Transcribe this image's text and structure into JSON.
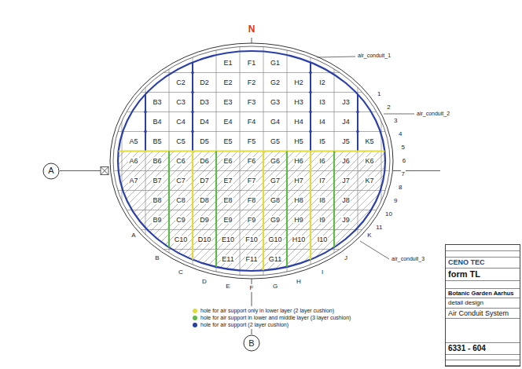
{
  "diagram": {
    "nodes": [
      {
        "text": [
          "A"
        ]
      },
      {
        "text": [
          "B"
        ]
      },
      {
        "text": [
          "CENO TEC",
          "form TL",
          "Botanic Garden Aarhus",
          "detail design",
          "Air Conduit System",
          "6331 - 604"
        ]
      }
    ],
    "labels": [
      "E1",
      "F1",
      "G1",
      "C2",
      "D2",
      "E2",
      "F2",
      "G2",
      "H2",
      "I2",
      "B3",
      "C3",
      "D3",
      "E3",
      "F3",
      "G3",
      "H3",
      "I3",
      "J3",
      "B4",
      "C4",
      "D4",
      "E4",
      "F4",
      "G4",
      "H4",
      "I4",
      "J4",
      "A5",
      "B5",
      "C5",
      "D5",
      "E5",
      "F5",
      "G5",
      "H5",
      "I5",
      "J5",
      "K5",
      "A6",
      "B6",
      "C6",
      "D6",
      "E6",
      "F6",
      "G6",
      "H6",
      "I6",
      "J6",
      "K6",
      "A7",
      "B7",
      "C7",
      "D7",
      "E7",
      "F7",
      "G7",
      "H7",
      "I7",
      "J7",
      "K7",
      "B8",
      "C8",
      "D8",
      "E8",
      "F8",
      "G8",
      "H8",
      "I8",
      "J8",
      "B9",
      "C9",
      "D9",
      "E9",
      "F9",
      "G9",
      "H9",
      "I9",
      "J9",
      "C10",
      "D10",
      "E10",
      "F10",
      "G10",
      "H10",
      "I10",
      "E11",
      "F11",
      "G11",
      "N",
      "1",
      "2",
      "3",
      "4",
      "5",
      "6",
      "7",
      "8",
      "9",
      "10",
      "11",
      "A",
      "B",
      "C",
      "D",
      "E",
      "F",
      "G",
      "H",
      "I",
      "J",
      "K",
      "air_conduit_1",
      "air_conduit_2",
      "air_conduit_3"
    ],
    "legend": [
      {
        "text": "hole for air support only in lower layer (2 layer cushion)",
        "color": "#e2dc3a"
      },
      {
        "text": "hole for air support in lower and middle layer (3 layer cushion)",
        "color": "#5fb848"
      },
      {
        "text": "hole for air support (2 layer cushion)",
        "color": "#2b3fa8"
      }
    ]
  }
}
